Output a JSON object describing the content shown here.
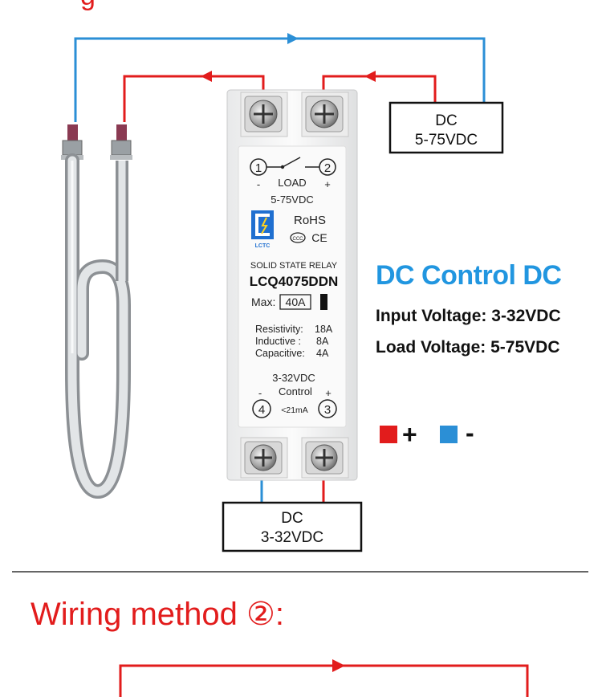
{
  "top_partial_title": "g",
  "load_supply": {
    "label": "DC",
    "voltage": "5-75VDC"
  },
  "control_supply": {
    "label": "DC",
    "voltage": "3-32VDC"
  },
  "relay": {
    "terminal_1": "1",
    "terminal_2": "2",
    "terminal_3": "3",
    "terminal_4": "4",
    "load_minus": "-",
    "load_plus": "+",
    "load_label": "LOAD",
    "load_voltage": "5-75VDC",
    "brand": "LCTC",
    "rohs": "RoHS",
    "cert_ccc": "CCC",
    "cert_ce": "CE",
    "type_label": "SOLID STATE RELAY",
    "model": "LCQ4075DDN",
    "max_label": "Max:",
    "max_value": "40A",
    "ratings": [
      {
        "name": "Resistivity:",
        "value": "18A"
      },
      {
        "name": "Inductive :",
        "value": "8A"
      },
      {
        "name": "Capacitive:",
        "value": "4A"
      }
    ],
    "control_voltage": "3-32VDC",
    "control_label": "Control",
    "control_minus": "-",
    "control_plus": "+",
    "control_current": "<21mA"
  },
  "info": {
    "title": "DC Control DC",
    "input_voltage": "Input Voltage: 3-32VDC",
    "load_voltage": "Load Voltage: 5-75VDC"
  },
  "legend": {
    "positive": "+",
    "negative": "-"
  },
  "section_title": "Wiring method ②:",
  "colors": {
    "positive_wire": "#e21c1c",
    "negative_wire": "#2b8fd6",
    "title_blue": "#2196e0",
    "section_red": "#e21c1c"
  }
}
